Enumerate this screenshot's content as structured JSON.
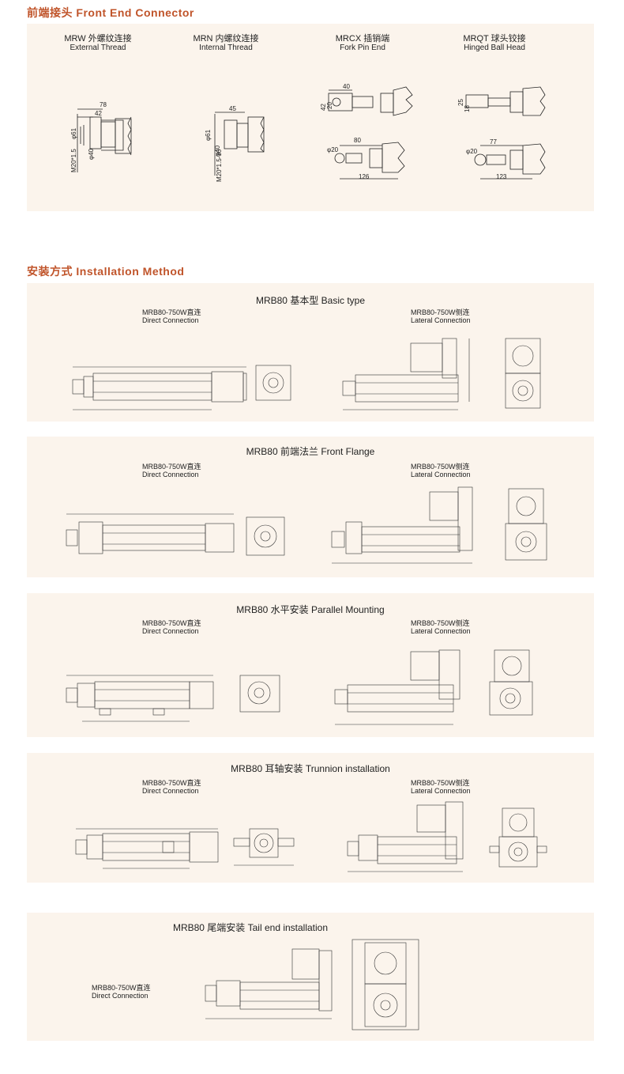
{
  "front_end": {
    "title": "前端接头 Front End Connector",
    "items": [
      {
        "zh": "MRW 外螺纹连接",
        "en": "External Thread",
        "dims": [
          "78",
          "42",
          "φ61",
          "φ40",
          "M20*1.5"
        ]
      },
      {
        "zh": "MRN 内螺纹连接",
        "en": "Internal Thread",
        "dims": [
          "45",
          "φ61",
          "φ40",
          "M20*1.5-30"
        ]
      },
      {
        "zh": "MRCX 插销端",
        "en": "Fork Pin End",
        "dims": [
          "40",
          "42",
          "20",
          "80",
          "φ20",
          "126"
        ]
      },
      {
        "zh": "MRQT 球头铰接",
        "en": "Hinged Ball Head",
        "dims": [
          "25",
          "18",
          "77",
          "φ20",
          "123"
        ]
      }
    ]
  },
  "installation": {
    "title": "安装方式 Installation Method",
    "direct_zh": "MRB80-750W直连",
    "direct_en": "Direct Connection",
    "lateral_zh": "MRB80-750W侧连",
    "lateral_en": "Lateral Connection",
    "panels": [
      {
        "title": "MRB80 基本型  Basic type"
      },
      {
        "title": "MRB80 前端法兰  Front Flange"
      },
      {
        "title": "MRB80 水平安装  Parallel Mounting"
      },
      {
        "title": "MRB80 耳轴安装  Trunnion installation"
      },
      {
        "title": "MRB80 尾端安装  Tail end installation"
      }
    ]
  }
}
